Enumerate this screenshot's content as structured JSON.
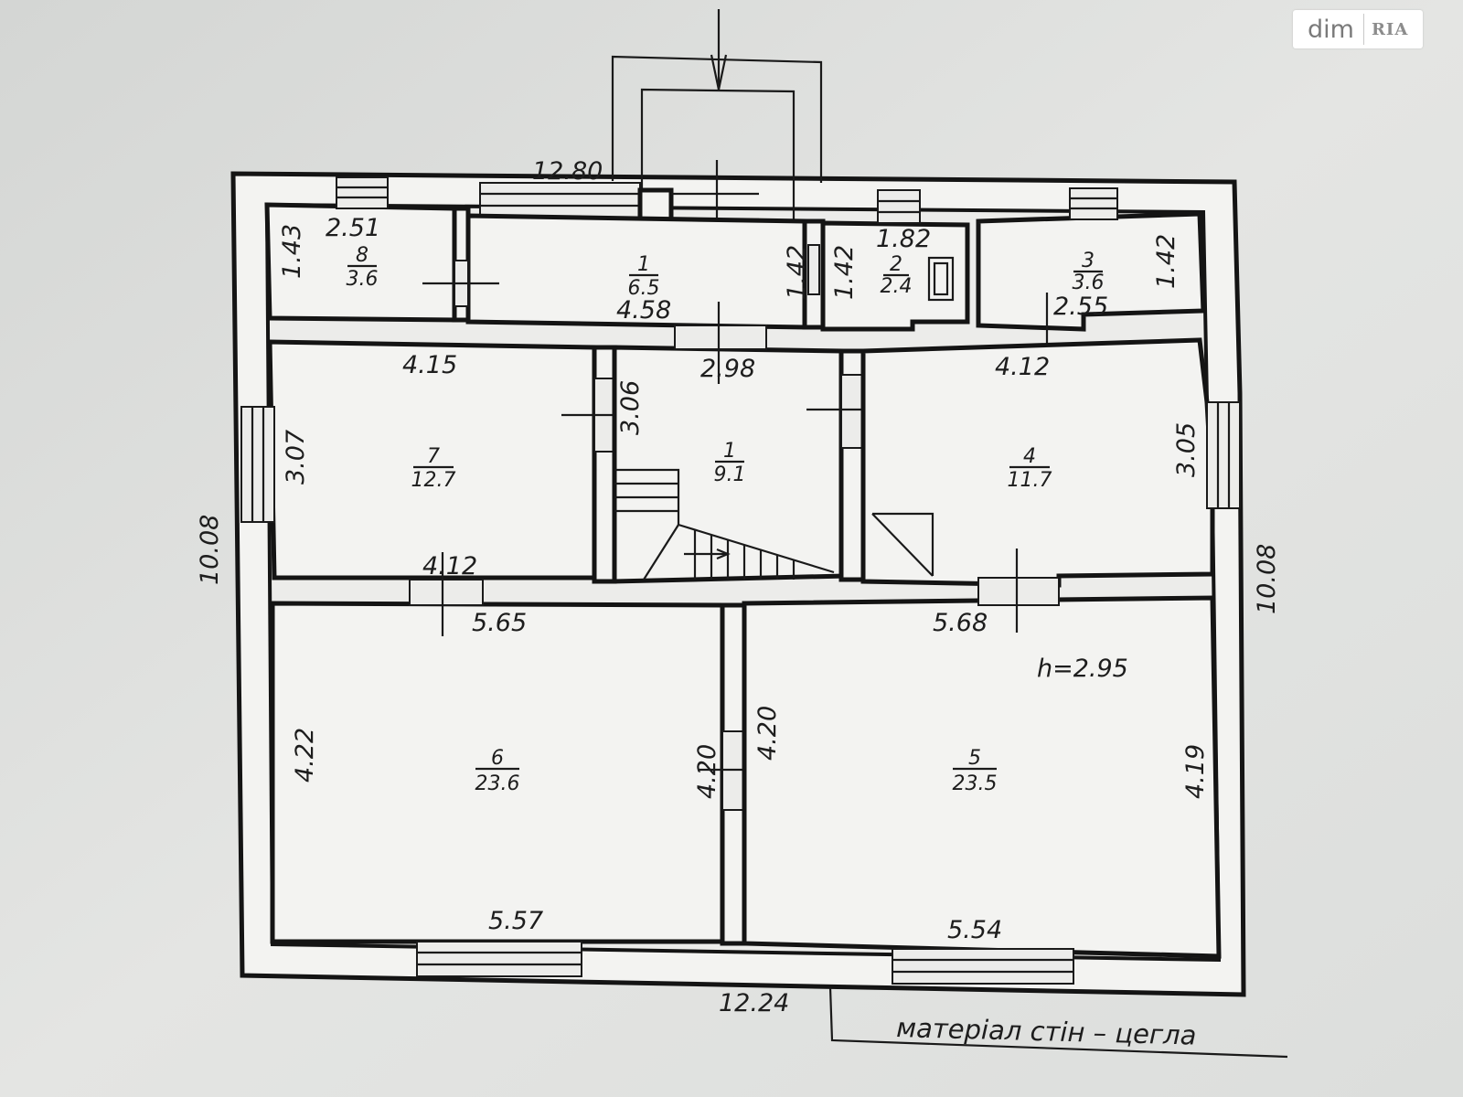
{
  "watermark": {
    "dim": "dim",
    "ria": "RIA"
  },
  "note": "матеріал стін – цегла",
  "height_label": "h=2.95",
  "rooms": [
    {
      "num": "8",
      "area": "3.6"
    },
    {
      "num": "1",
      "area": "6.5"
    },
    {
      "num": "2",
      "area": "2.4"
    },
    {
      "num": "3",
      "area": "3.6"
    },
    {
      "num": "7",
      "area": "12.7"
    },
    {
      "num": "1",
      "area": "9.1"
    },
    {
      "num": "4",
      "area": "11.7"
    },
    {
      "num": "6",
      "area": "23.6"
    },
    {
      "num": "5",
      "area": "23.5"
    }
  ],
  "dimensions": {
    "top_total": "12.80",
    "bottom_total": "12.24",
    "left_total": "10.08",
    "right_total": "10.08",
    "r8_width": "2.51",
    "r8_height": "1.43",
    "r1_width": "4.58",
    "r1_height_left": "1.42",
    "r2_height": "1.42",
    "r2_width": "1.82",
    "r3_width": "2.55",
    "r3_height": "1.42",
    "r7_width_top": "4.15",
    "r7_height": "3.07",
    "r7_width_bottom": "4.12",
    "hall_width": "2.98",
    "hall_height": "3.06",
    "r4_width_top": "4.12",
    "r4_height": "3.05",
    "r6_width_top": "5.65",
    "r6_height_left": "4.22",
    "r6_height_right": "4.20",
    "r6_width_bottom": "5.57",
    "r5_width_top": "5.68",
    "r5_height_left": "4.20",
    "r5_height_right": "4.19",
    "r5_width_bottom": "5.54"
  }
}
